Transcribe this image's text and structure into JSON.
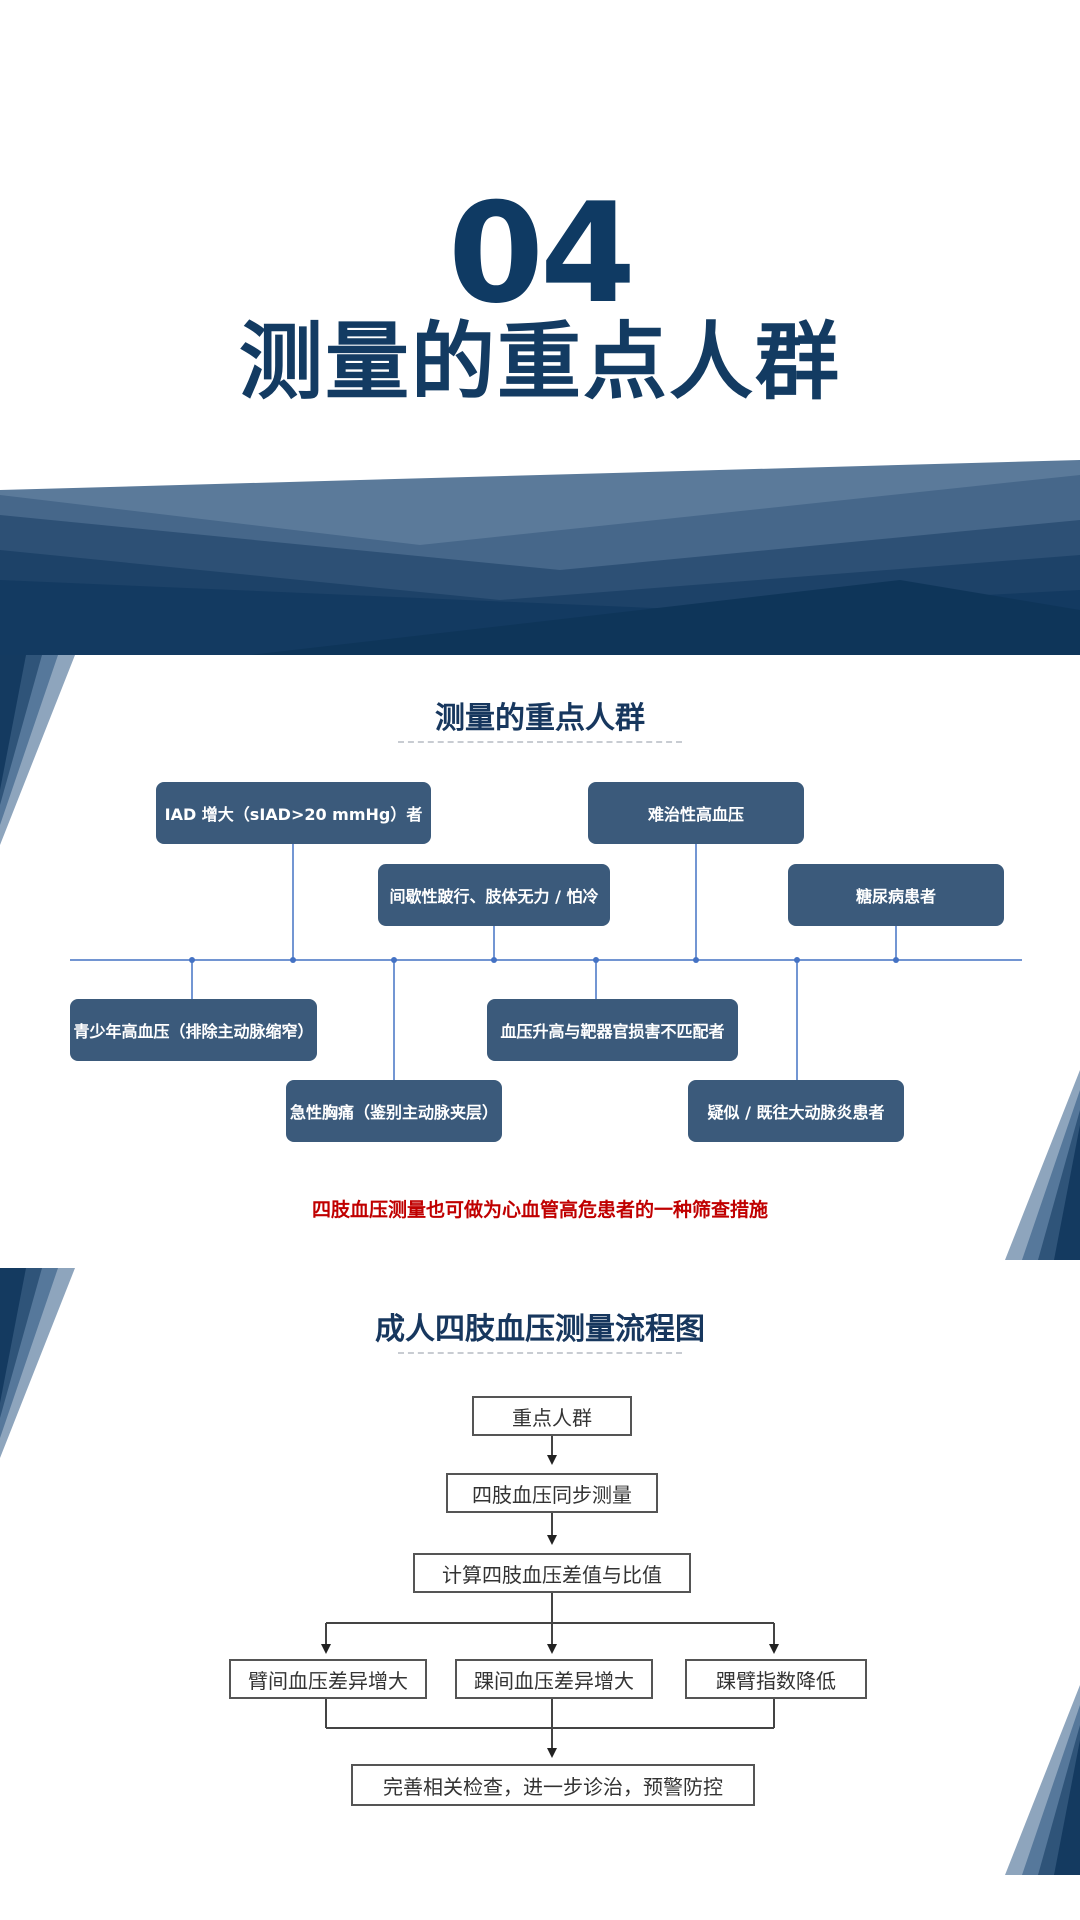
{
  "cover": {
    "number": "04",
    "title": "测量的重点人群"
  },
  "population": {
    "title": "测量的重点人群",
    "nodes_top": [
      "IAD 增大（sIAD>20 mmHg）者",
      "间歇性跛行、肢体无力 / 怕冷",
      "难治性高血压",
      "糖尿病患者"
    ],
    "nodes_bottom": [
      "青少年高血压（排除主动脉缩窄）",
      "急性胸痛（鉴别主动脉夹层）",
      "血压升高与靶器官损害不匹配者",
      "疑似 / 既往大动脉炎患者"
    ],
    "note": "四肢血压测量也可做为心血管高危患者的一种筛查措施"
  },
  "flow": {
    "title": "成人四肢血压测量流程图",
    "step1": "重点人群",
    "step2": "四肢血压同步测量",
    "step3": "计算四肢血压差值与比值",
    "branches": [
      "臂间血压差异增大",
      "踝间血压差异增大",
      "踝臂指数降低"
    ],
    "final": "完善相关检查，进一步诊治，预警防控"
  },
  "colors": {
    "navy": "#0f3a63",
    "node": "#3b5a7b",
    "line": "#4472c4",
    "alert": "#c00000"
  }
}
